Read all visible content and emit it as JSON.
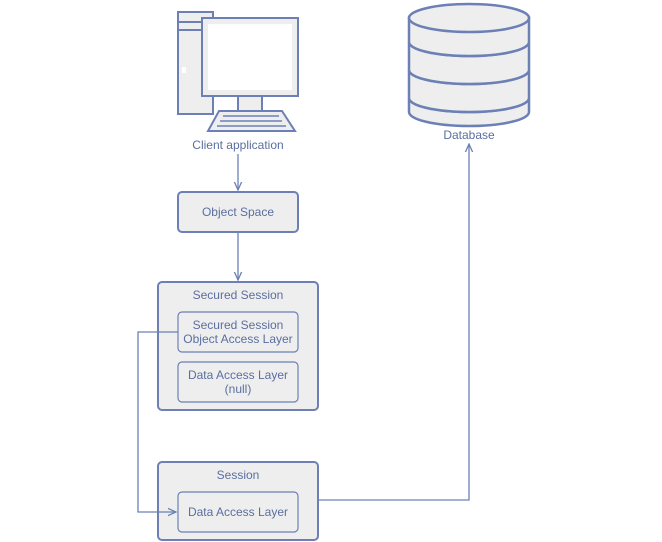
{
  "diagram": {
    "client_label": "Client application",
    "database_label": "Database",
    "object_space_label": "Object Space",
    "secured_session": {
      "title": "Secured Session",
      "soal_line1": "Secured Session",
      "soal_line2": "Object Access Layer",
      "dal_null_line1": "Data Access Layer",
      "dal_null_line2": "(null)"
    },
    "session": {
      "title": "Session",
      "dal_label": "Data Access Layer"
    }
  },
  "colors": {
    "stroke": "#6c80b6",
    "box_fill": "#eeeeee",
    "text": "#5a6fa0",
    "db_fill": "#eeeeee"
  }
}
